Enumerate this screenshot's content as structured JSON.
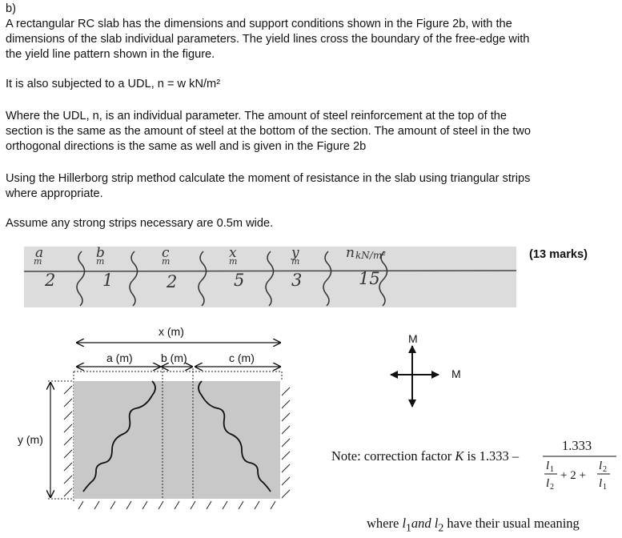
{
  "question": {
    "label": "b)",
    "paragraph1": [
      "A rectangular RC slab has the dimensions and support conditions shown in the Figure 2b, with the",
      "dimensions of the slab individual parameters.  The yield lines cross the boundary of the free-edge with",
      "the yield line pattern shown in the figure."
    ],
    "udl_line": "It is also subjected to a UDL, n = w kN/m²",
    "paragraph2": [
      "Where the UDL, n, is an individual parameter.  The amount of steel reinforcement at the top of the",
      "section is the same as the amount of steel at the bottom of the section.  The amount of steel in the two",
      "orthogonal directions is the same as well and is given in the Figure 2b"
    ],
    "paragraph3": [
      "Using the Hillerborg strip method calculate the moment of resistance in the slab using triangular strips",
      "where appropriate."
    ],
    "paragraph4": "Assume any strong strips necessary are 0.5m wide.",
    "marks": "(13 marks)"
  },
  "handwritten": {
    "headers": [
      "a",
      "b",
      "c",
      "x",
      "y",
      "n"
    ],
    "units": [
      "m",
      "m",
      "m",
      "m",
      "m",
      "kN/m²"
    ],
    "values": [
      "2",
      "1",
      "2",
      "5",
      "3",
      "15"
    ]
  },
  "figure": {
    "x_label": "x (m)",
    "a_label": "a (m)",
    "b_label": "b (m)",
    "c_label": "c (m)",
    "y_label": "y (m)"
  },
  "moment_arrows": {
    "vertical_label": "M",
    "horizontal_label": "M"
  },
  "note": {
    "lead": "Note: correction factor",
    "k_symbol": "K",
    "is_text": "is 1.333 –",
    "numerator": "1.333",
    "l1": "l",
    "l1_sub": "1",
    "l2": "l",
    "l2_sub": "2",
    "plus_two": "+ 2 +",
    "where_prefix": "where",
    "where_and": "and",
    "where_suffix": "have their usual meaning"
  }
}
